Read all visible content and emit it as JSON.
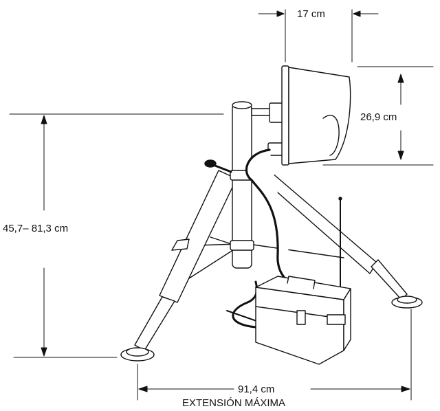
{
  "dimensions": {
    "housing_width": "17 cm",
    "housing_height": "26,9 cm",
    "mast_height_range": "45,7– 81,3 cm",
    "footprint_span": "91,4 cm",
    "footprint_caption": "EXTENSIÓN MÁXIMA"
  },
  "colors": {
    "line": "#111111",
    "fill": "#ffffff"
  }
}
